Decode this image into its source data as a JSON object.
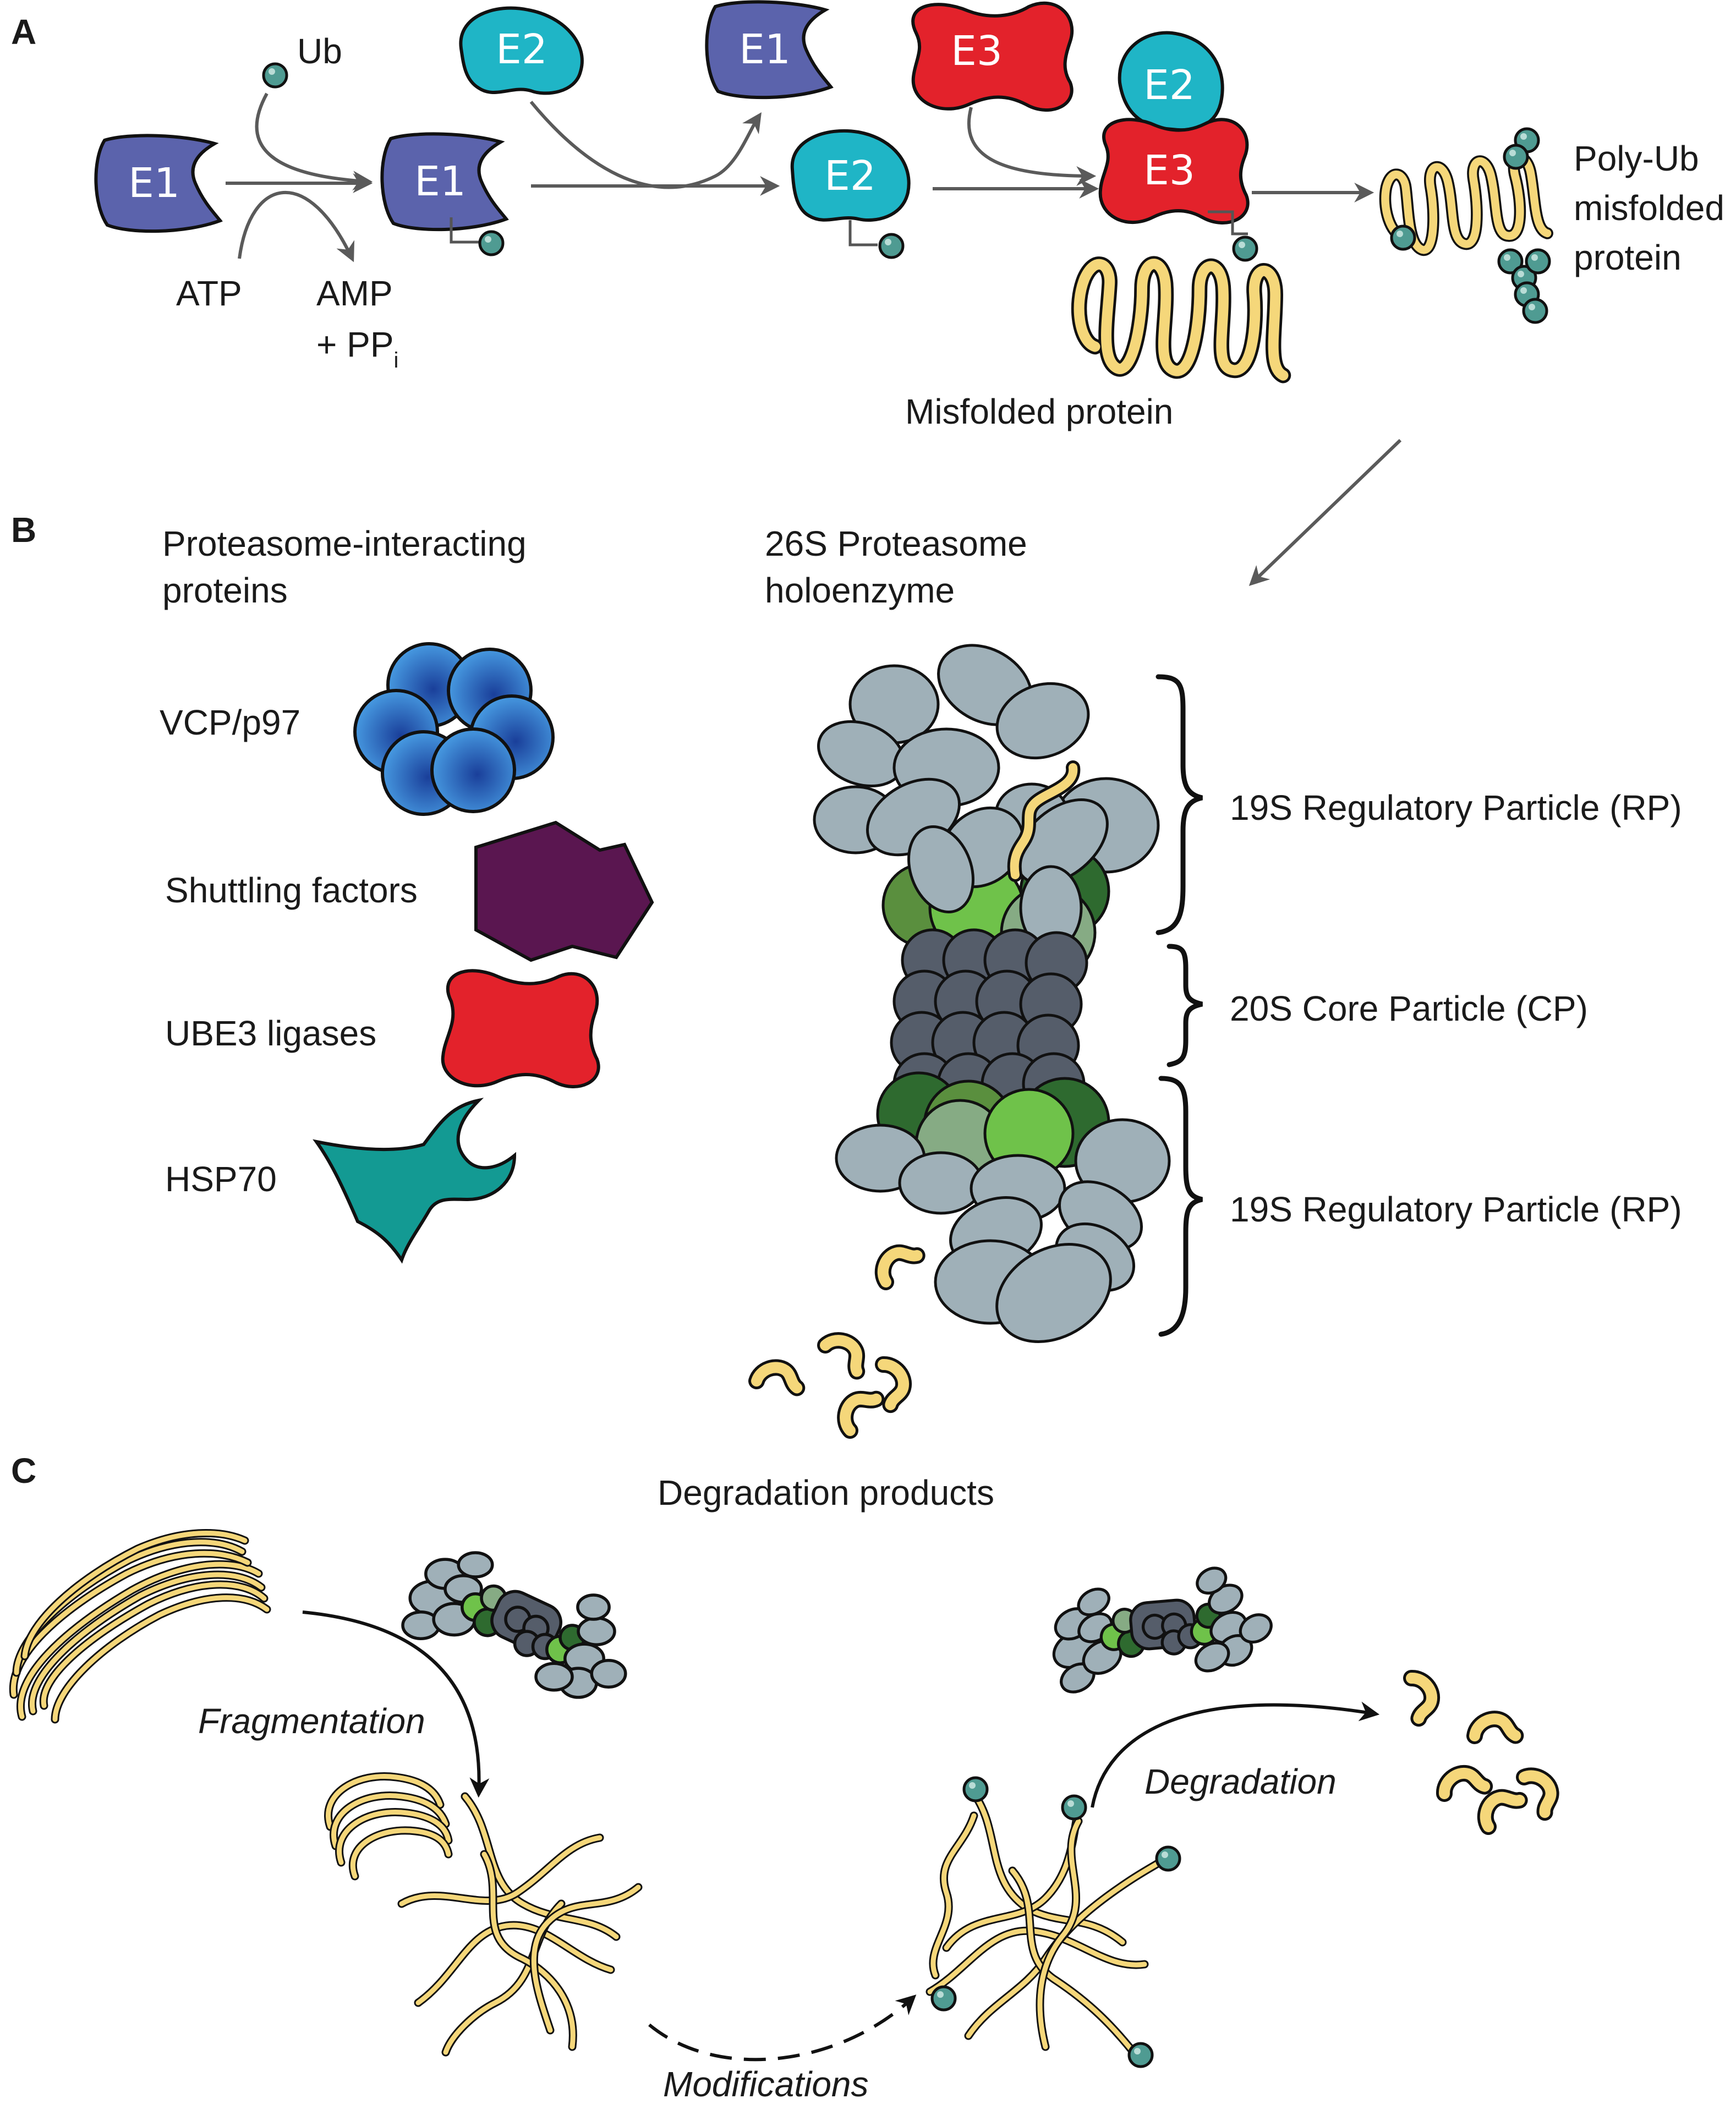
{
  "panels": {
    "a": "A",
    "b": "B",
    "c": "C"
  },
  "panel_a": {
    "ub": "Ub",
    "atp": "ATP",
    "amp": "AMP",
    "ppi_prefix": "+ PP",
    "ppi_sub": "i",
    "e1": "E1",
    "e2": "E2",
    "e3": "E3",
    "misfolded_protein": "Misfolded protein",
    "polyub_line1": "Poly-Ub",
    "polyub_line2": "misfolded",
    "polyub_line3": "protein"
  },
  "panel_b": {
    "interacting_title_line1": "Proteasome-interacting",
    "interacting_title_line2": "proteins",
    "holo_title_line1": "26S Proteasome",
    "holo_title_line2": "holoenzyme",
    "vcp": "VCP/p97",
    "shuttling": "Shuttling factors",
    "ube3": "UBE3 ligases",
    "hsp70": "HSP70",
    "rp_top": "19S Regulatory Particle (RP)",
    "cp": "20S Core Particle (CP)",
    "rp_bottom": "19S Regulatory Particle (RP)",
    "degradation_products": "Degradation products"
  },
  "panel_c": {
    "fragmentation": "Fragmentation",
    "modifications": "Modifications",
    "degradation": "Degradation"
  },
  "colors": {
    "e1": "#5b63ac",
    "e2": "#1fb5c6",
    "e3": "#e3222b",
    "ub": "#4f9b92",
    "protein": "#f5d77a",
    "vcp": "#2f72c4",
    "shuttling": "#5a1650",
    "hsp70": "#139a93",
    "rp_grey": "#9fb0b8",
    "cp_dark": "#555d6a"
  }
}
